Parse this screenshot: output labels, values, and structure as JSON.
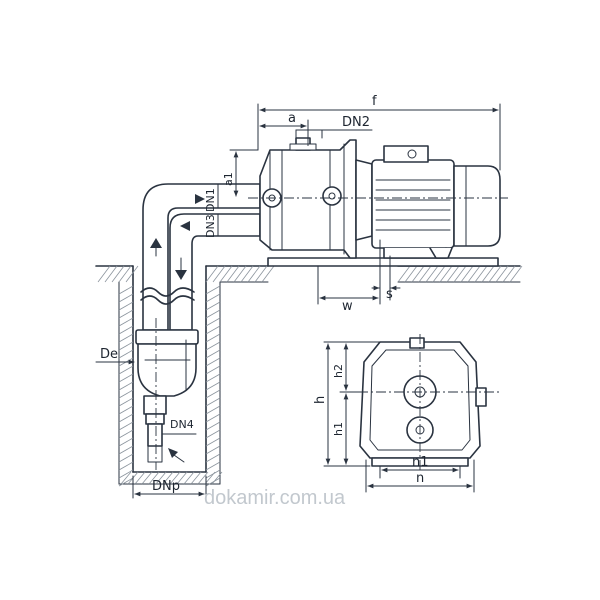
{
  "labels": {
    "f": "f",
    "a": "a",
    "dn2": "DN2",
    "a1": "a1",
    "dn1": "DN1",
    "dn3": "DN3",
    "w": "w",
    "s": "s",
    "de": "De",
    "dn4": "DN4",
    "dnp": "DNp",
    "h": "h",
    "h1": "h1",
    "h2": "h2",
    "n": "n",
    "n1": "n1"
  },
  "watermark": "dokamir.com.ua",
  "colors": {
    "line": "#2a3340",
    "hatch": "#8a939c",
    "watermark": "#c2c8ce"
  }
}
